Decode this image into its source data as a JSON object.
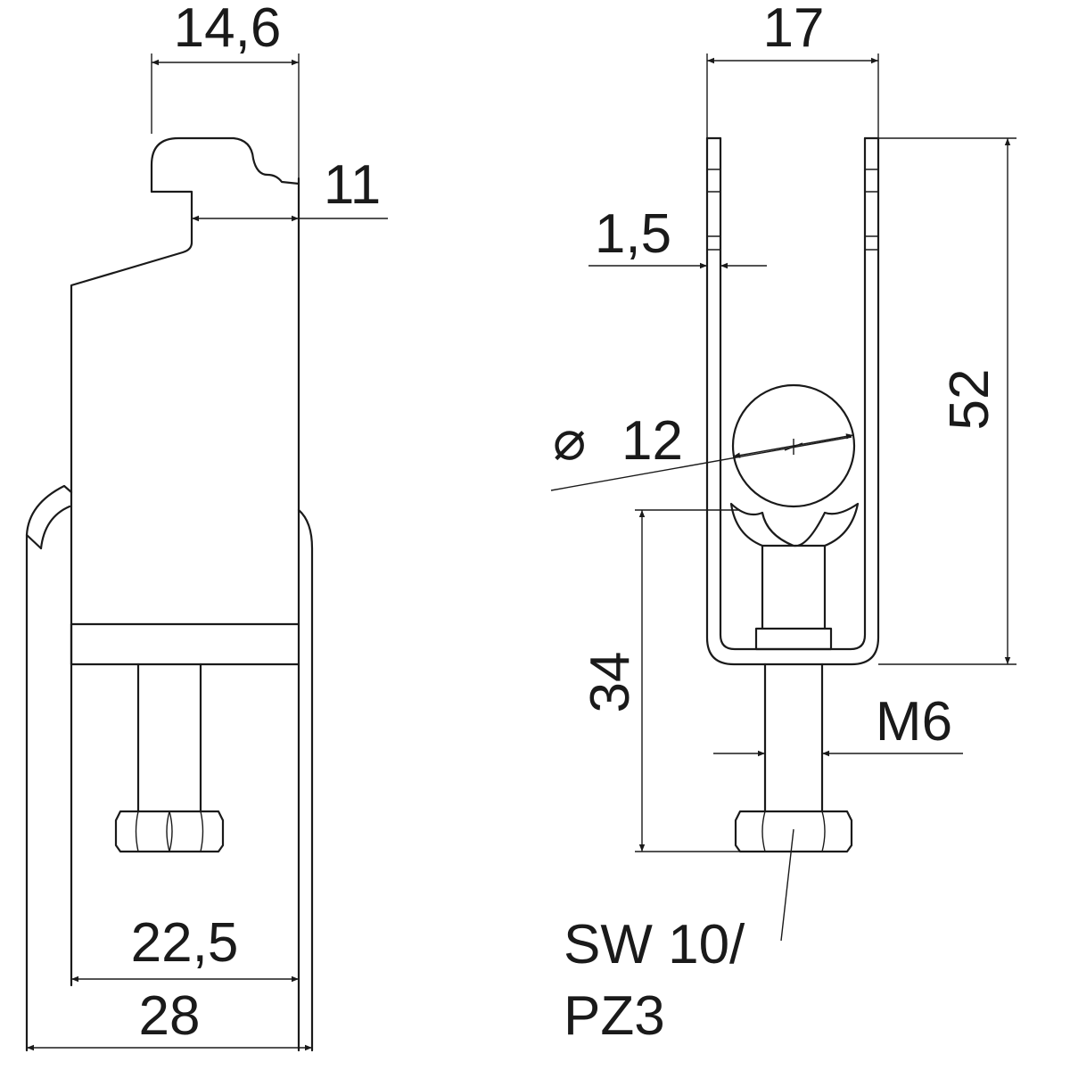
{
  "drawing": {
    "left_view": {
      "dim_top_width": "14,6",
      "dim_hook_depth": "11",
      "dim_inner_width": "22,5",
      "dim_outer_width": "28"
    },
    "right_view": {
      "dim_width": "17",
      "dim_thickness": "1,5",
      "dim_diameter_symbol": "⌀",
      "dim_diameter": "12",
      "dim_height": "52",
      "dim_bolt_length": "34",
      "dim_thread": "M6",
      "label_drive_line1": "SW 10/",
      "label_drive_line2": "PZ3"
    }
  }
}
